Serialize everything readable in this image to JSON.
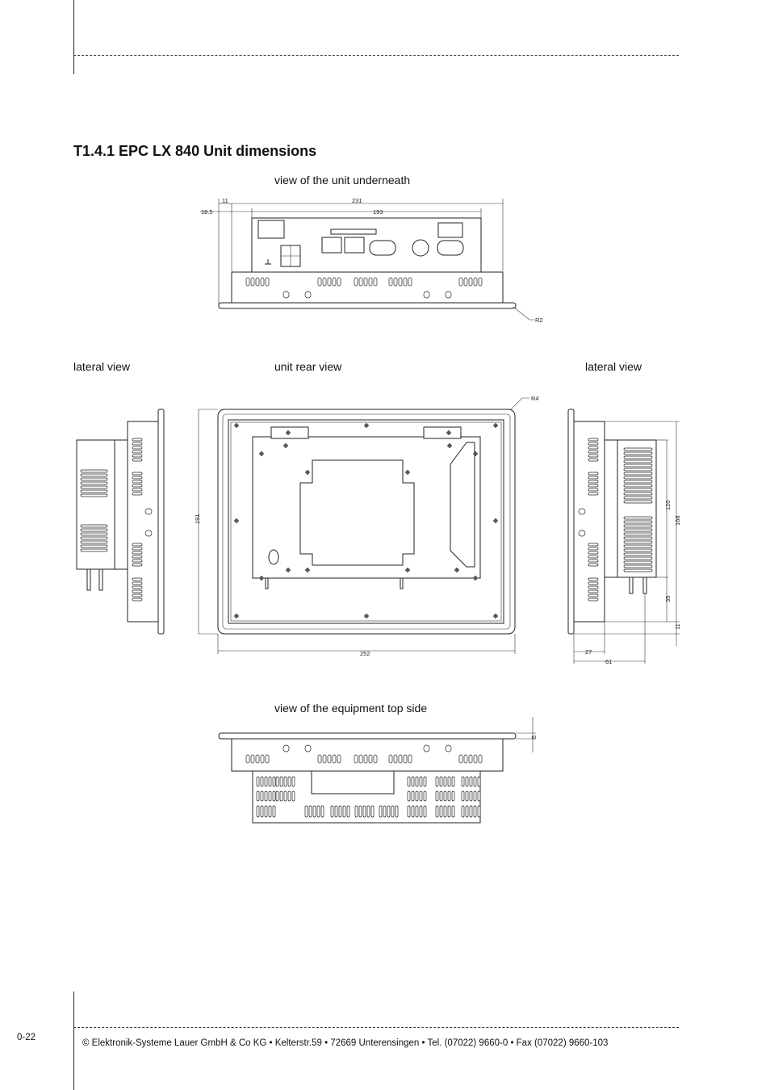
{
  "heading": "T1.4.1 EPC LX 840 Unit dimensions",
  "captions": {
    "underneath": "view of the unit underneath",
    "lateral_left": "lateral view",
    "rear": "unit rear view",
    "lateral_right": "lateral view",
    "top_side": "view of the equipment top side"
  },
  "dimensions": {
    "d231": "231",
    "d11_top": "11",
    "d193": "193",
    "d18_5": "18.5",
    "r2": "R2",
    "r4": "R4",
    "d191": "191",
    "d252": "252",
    "d120": "120",
    "d168": "168",
    "d35": "35",
    "d11_side": "11",
    "d27": "27",
    "d61": "61",
    "d5": "5"
  },
  "footer": {
    "page_number": "0-22",
    "text": "© Elektronik-Systeme Lauer GmbH & Co KG • Kelterstr.59 • 72669 Unterensingen • Tel. (07022) 9660-0 •  Fax (07022) 9660-103"
  }
}
